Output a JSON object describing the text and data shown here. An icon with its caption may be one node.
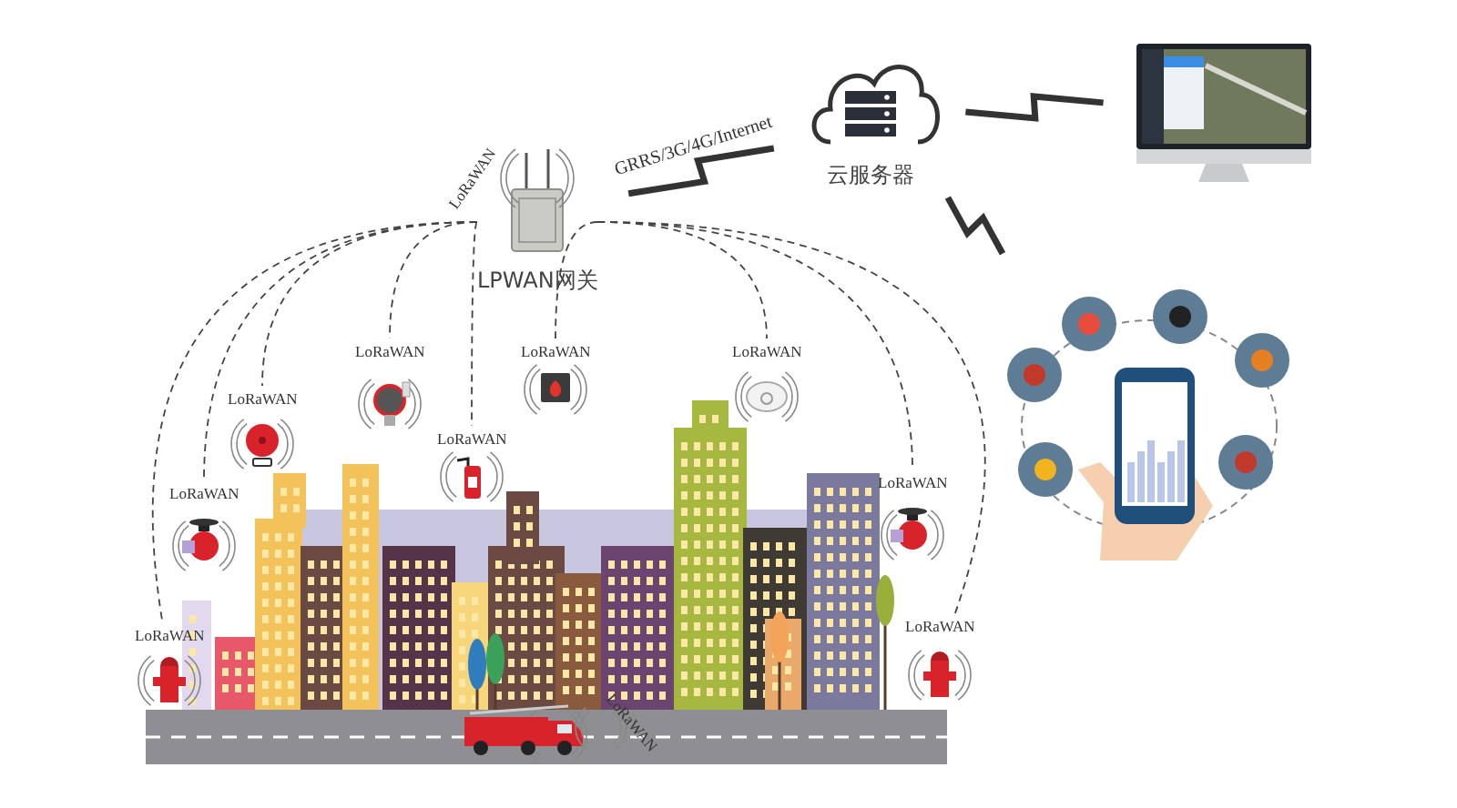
{
  "diagram": {
    "nodes": [
      {
        "text": [
          "LPWAN网关"
        ]
      },
      {
        "text": [
          "云服务器"
        ]
      },
      {
        "text": [],
        "shape": "picture"
      },
      {
        "text": [],
        "shape": "picture"
      },
      {
        "text": [
          "LoRaWAN"
        ]
      },
      {
        "text": [
          "LoRaWAN"
        ]
      },
      {
        "text": [
          "LoRaWAN"
        ]
      },
      {
        "text": [
          "LoRaWAN"
        ]
      },
      {
        "text": [
          "LoRaWAN"
        ]
      },
      {
        "text": [
          "LoRaWAN"
        ]
      },
      {
        "text": [
          "LoRaWAN"
        ]
      },
      {
        "text": [
          "LoRaWAN"
        ]
      },
      {
        "text": [
          "LoRaWAN"
        ]
      },
      {
        "text": [
          "LoRaWAN"
        ]
      }
    ],
    "edges": [
      {
        "from": 0,
        "to": 1,
        "arrow": "none",
        "style": "thick",
        "label": "GRRS/3G/4G/Internet"
      },
      {
        "from": 1,
        "to": 2,
        "arrow": "none",
        "style": "thick"
      },
      {
        "from": 1,
        "to": 3,
        "arrow": "none",
        "style": "thick"
      },
      {
        "from": 0,
        "to": 4,
        "arrow": "none",
        "style": "dashed"
      },
      {
        "from": 0,
        "to": 5,
        "arrow": "none",
        "style": "dashed"
      },
      {
        "from": 0,
        "to": 6,
        "arrow": "none",
        "style": "dashed"
      },
      {
        "from": 0,
        "to": 7,
        "arrow": "none",
        "style": "dashed"
      },
      {
        "from": 0,
        "to": 8,
        "arrow": "none",
        "style": "dashed"
      },
      {
        "from": 0,
        "to": 9,
        "arrow": "none",
        "style": "dashed"
      },
      {
        "from": 0,
        "to": 10,
        "arrow": "none",
        "style": "dashed"
      },
      {
        "from": 0,
        "to": 11,
        "arrow": "none",
        "style": "dashed"
      },
      {
        "from": 0,
        "to": 12,
        "arrow": "none",
        "style": "dashed"
      }
    ],
    "labels": [
      "LoRaWAN"
    ]
  }
}
